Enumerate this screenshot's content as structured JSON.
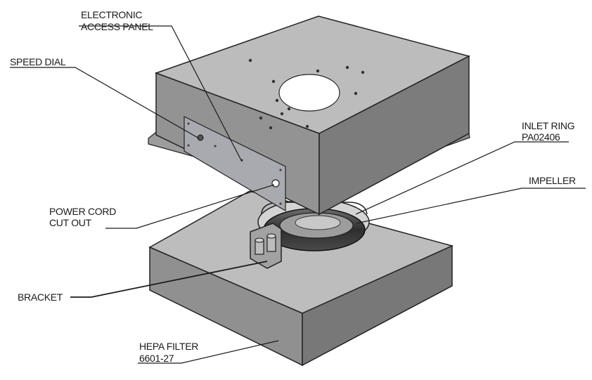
{
  "labels": {
    "electronic_access_panel": [
      "ELECTRONIC",
      "ACCESS PANEL"
    ],
    "speed_dial": "SPEED DIAL",
    "inlet_ring": [
      "INLET RING",
      "PA02406"
    ],
    "impeller": "IMPELLER",
    "power_cord_cut_out": [
      "POWER CORD",
      "CUT OUT"
    ],
    "bracket": "BRACKET",
    "hepa_filter": [
      "HEPA FILTER",
      "6601-27"
    ]
  },
  "colors": {
    "top_face": "#b9b9b9",
    "left_face": "#8e8e8e",
    "right_face": "#777777",
    "panel": "#a9aab0",
    "edge": "#222222",
    "leader": "#1a1a1a"
  },
  "icons": [
    "fan-unit-housing",
    "hepa-filter-block",
    "blower-impeller",
    "mounting-bracket"
  ]
}
